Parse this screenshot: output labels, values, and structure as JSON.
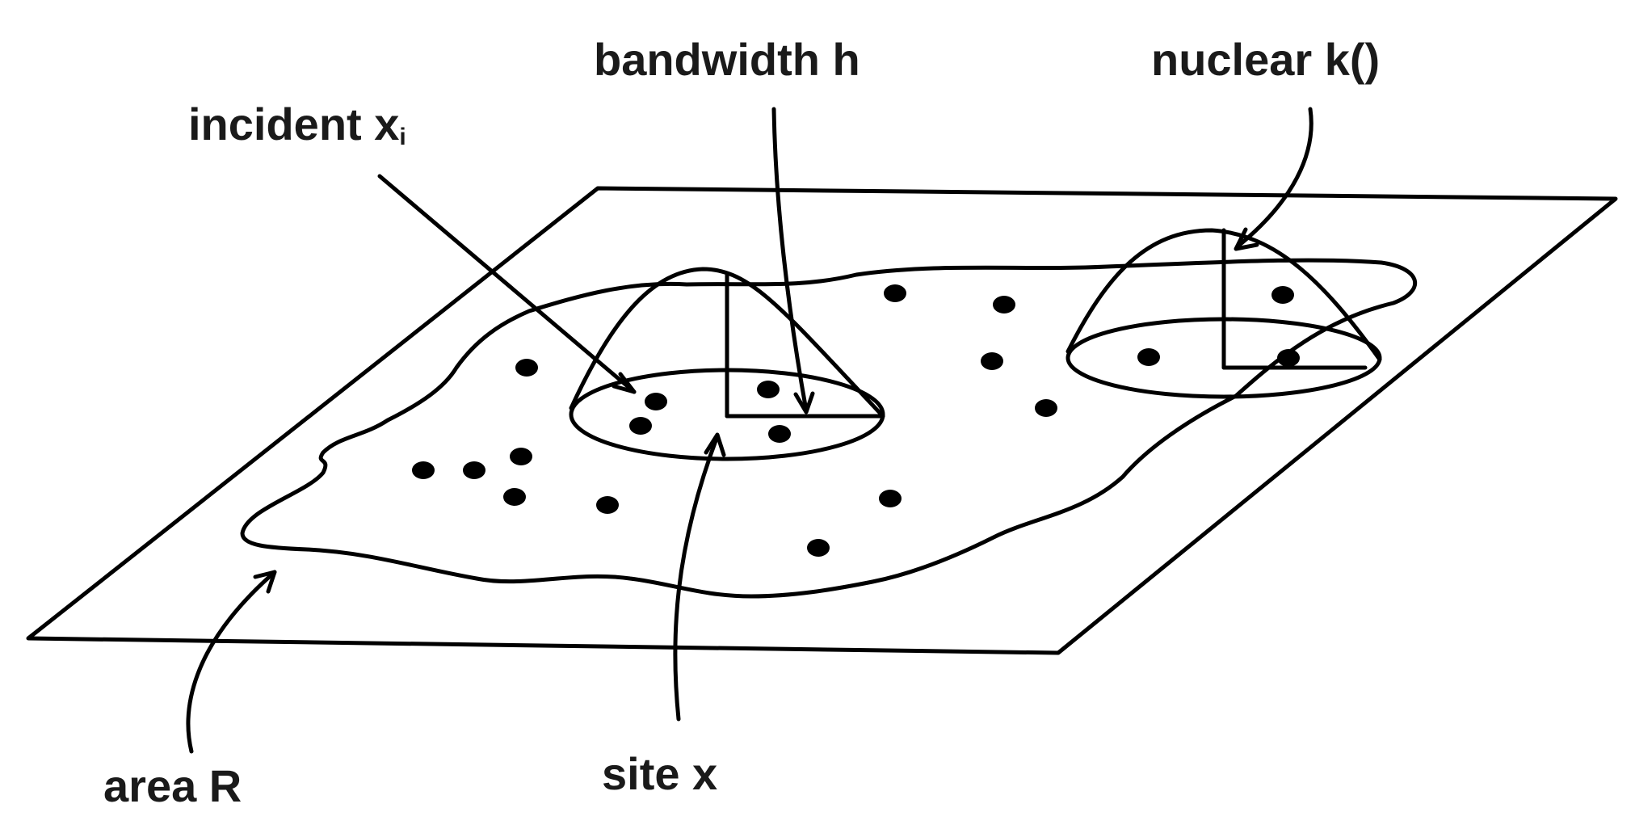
{
  "labels": {
    "bandwidth": "bandwidth  h",
    "nuclear": "nuclear k()",
    "incident_main": "incident x",
    "incident_sub": "i",
    "area": "area R",
    "site": "site x"
  },
  "colors": {
    "ink": "#000000",
    "background": "#ffffff"
  }
}
